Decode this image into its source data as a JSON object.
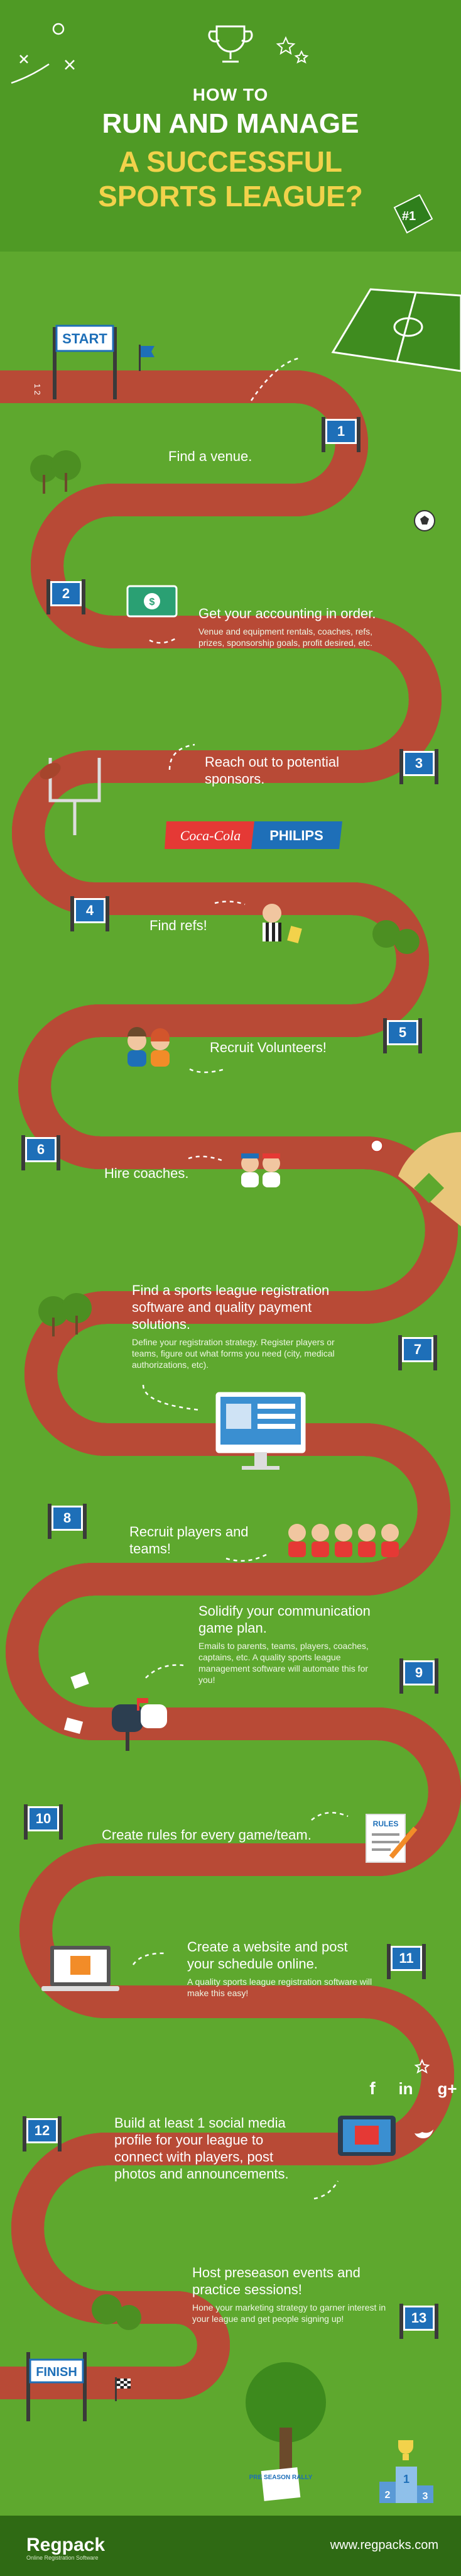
{
  "header": {
    "line1": "HOW TO",
    "line2": "RUN AND MANAGE",
    "line3": "A SUCCESSFUL",
    "line4": "SPORTS LEAGUE?",
    "badge": "#1"
  },
  "track": {
    "start_label": "START",
    "finish_label": "FINISH",
    "lane_marks": "1 2"
  },
  "sponsors": [
    "Coca-Cola",
    "PHILIPS"
  ],
  "steps": [
    {
      "num": "1",
      "title": "Find a venue.",
      "desc": ""
    },
    {
      "num": "2",
      "title": "Get your accounting in order.",
      "desc": "Venue and equipment rentals, coaches, refs, prizes, sponsorship goals, profit desired, etc."
    },
    {
      "num": "3",
      "title": "Reach out to potential sponsors.",
      "desc": ""
    },
    {
      "num": "4",
      "title": "Find refs!",
      "desc": ""
    },
    {
      "num": "5",
      "title": "Recruit Volunteers!",
      "desc": ""
    },
    {
      "num": "6",
      "title": "Hire coaches.",
      "desc": ""
    },
    {
      "num": "7",
      "title": "Find a sports league registration software and quality payment solutions.",
      "desc": "Define your registration strategy. Register players or teams, figure out what forms you need (city, medical authorizations, etc)."
    },
    {
      "num": "8",
      "title": "Recruit players and teams!",
      "desc": ""
    },
    {
      "num": "9",
      "title": "Solidify your communication game plan.",
      "desc": "Emails to parents, teams, players, coaches, captains, etc. A quality sports league management software will automate this for you!"
    },
    {
      "num": "10",
      "title": "Create rules for every game/team.",
      "desc": ""
    },
    {
      "num": "11",
      "title": "Create a website and post your schedule online.",
      "desc": "A quality sports league registration software will make this easy!"
    },
    {
      "num": "12",
      "title": "Build at least 1 social media profile for your league to connect with players, post photos and announcements.",
      "desc": ""
    },
    {
      "num": "13",
      "title": "Host preseason events and practice sessions!",
      "desc": "Hone your marketing strategy to garner interest in your league and get people signing up!"
    }
  ],
  "rules_label": "RULES",
  "sign_label": "PRE SEASON RALLY",
  "podium": [
    "2",
    "1",
    "3"
  ],
  "social": [
    "f",
    "in",
    "g+"
  ],
  "footer": {
    "brand": "Regpack",
    "tagline": "Online Registration Software",
    "site": "www.regpacks.com"
  }
}
